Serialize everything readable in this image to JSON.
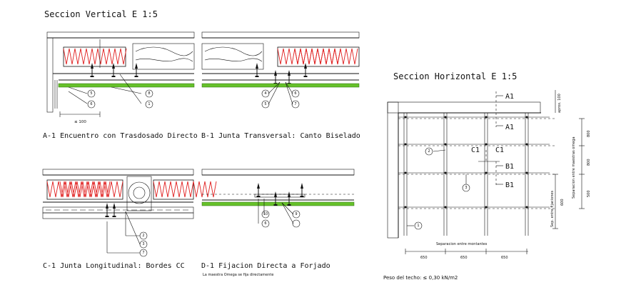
{
  "titles": {
    "vertical": "Seccion Vertical E 1:5",
    "horizontal": "Seccion Horizontal E 1:5"
  },
  "captions": {
    "a1": "A-1 Encuentro con Trasdosado Directo",
    "b1": "B-1 Junta Transversal: Canto Biselado",
    "c1": "C-1 Junta Longitudinal: Bordes CC",
    "d1": "D-1 Fijacion Directa a Forjado",
    "d1_note": "La maestra Omega se fija directamente"
  },
  "detail_a1": {
    "dimension": "≤ 100",
    "callouts": [
      "5",
      "6",
      "8",
      "1"
    ]
  },
  "detail_b1": {
    "callouts": [
      "4",
      "5",
      "6",
      "7"
    ]
  },
  "detail_c1": {
    "callouts": [
      "2",
      "3",
      "7"
    ]
  },
  "detail_d1": {
    "callouts": [
      "10",
      "6",
      "9"
    ]
  },
  "plan": {
    "section_marks": [
      "A1",
      "A1",
      "C1",
      "C1",
      "B1",
      "B1"
    ],
    "callouts": [
      "2",
      "3",
      "1"
    ],
    "spacing_bottom": [
      "650",
      "650",
      "650"
    ],
    "spacing_bottom_label": "Separacion entre montantes",
    "right_labels": {
      "top": "aprox. 100",
      "omega": "Separacion entre maestras omega",
      "dims": [
        "800",
        "800",
        "500"
      ],
      "fijaciones": "Sep. entre fijaciones",
      "fij_value": "600"
    },
    "load_note": "Peso del techo: ≤ 0,30 kN/m2"
  }
}
